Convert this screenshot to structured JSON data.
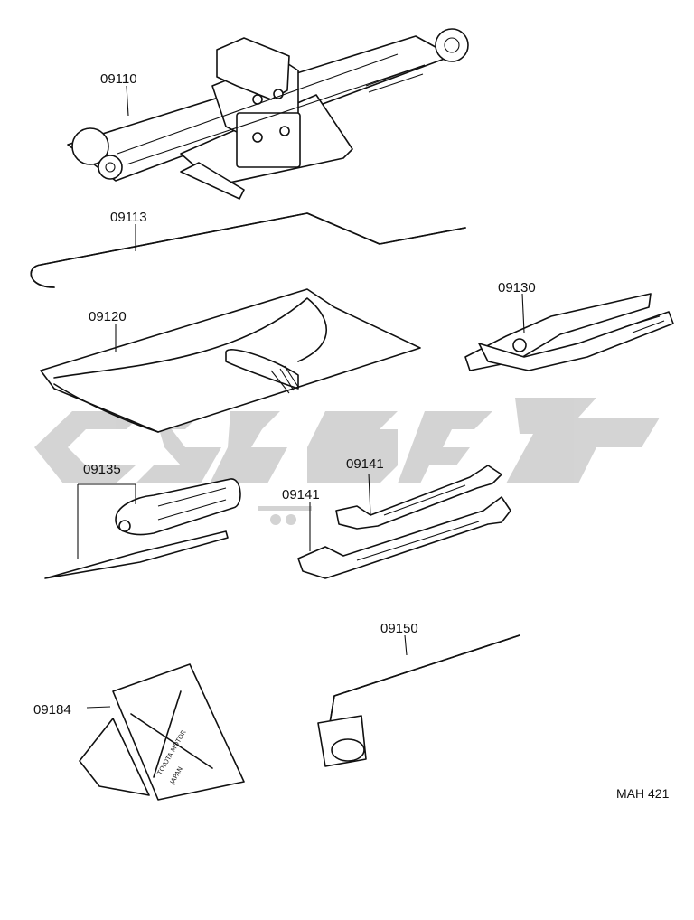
{
  "parts": [
    {
      "id": "jack",
      "number": "09110"
    },
    {
      "id": "jack-handle",
      "number": "09113"
    },
    {
      "id": "tool-bag",
      "number": "09120"
    },
    {
      "id": "pliers",
      "number": "09130"
    },
    {
      "id": "screwdriver",
      "number": "09135"
    },
    {
      "id": "wrench-upper",
      "number": "09141"
    },
    {
      "id": "wrench-lower",
      "number": "09141"
    },
    {
      "id": "lug-wrench",
      "number": "09150"
    },
    {
      "id": "wheel-chock",
      "number": "09184"
    }
  ],
  "diagram_ref": "MAH 421",
  "chock_stamp": [
    "TOYOTA MOTOR",
    "JAPAN"
  ],
  "watermark_color": "#c8c8c8"
}
